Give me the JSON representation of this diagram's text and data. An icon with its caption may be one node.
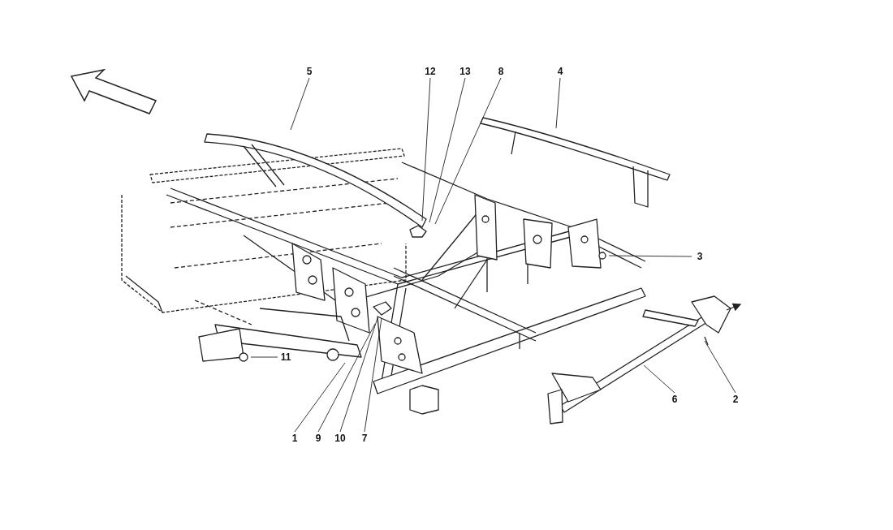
{
  "diagram": {
    "nodes": [
      {
        "text": [
          "5"
        ]
      },
      {
        "text": [
          "12"
        ]
      },
      {
        "text": [
          "13"
        ]
      },
      {
        "text": [
          "8"
        ]
      },
      {
        "text": [
          "4"
        ]
      },
      {
        "text": [
          "3"
        ]
      },
      {
        "text": [
          "11"
        ]
      },
      {
        "text": [
          "6"
        ]
      },
      {
        "text": [
          "2"
        ]
      },
      {
        "text": [
          "1"
        ]
      },
      {
        "text": [
          "9"
        ]
      },
      {
        "text": [
          "10"
        ]
      },
      {
        "text": [
          "7"
        ]
      }
    ],
    "edges": [
      {
        "from": 0,
        "to": null,
        "arrow": "none"
      },
      {
        "from": 1,
        "to": null,
        "arrow": "none"
      },
      {
        "from": 2,
        "to": null,
        "arrow": "none"
      },
      {
        "from": 3,
        "to": null,
        "arrow": "none"
      },
      {
        "from": 4,
        "to": null,
        "arrow": "none"
      },
      {
        "from": 5,
        "to": null,
        "arrow": "none"
      },
      {
        "from": 6,
        "to": null,
        "arrow": "none"
      },
      {
        "from": 7,
        "to": null,
        "arrow": "none"
      },
      {
        "from": 8,
        "to": null,
        "arrow": "none"
      },
      {
        "from": 9,
        "to": null,
        "arrow": "none"
      },
      {
        "from": 10,
        "to": null,
        "arrow": "none"
      },
      {
        "from": 11,
        "to": null,
        "arrow": "none"
      },
      {
        "from": 12,
        "to": null,
        "arrow": "none"
      }
    ]
  }
}
